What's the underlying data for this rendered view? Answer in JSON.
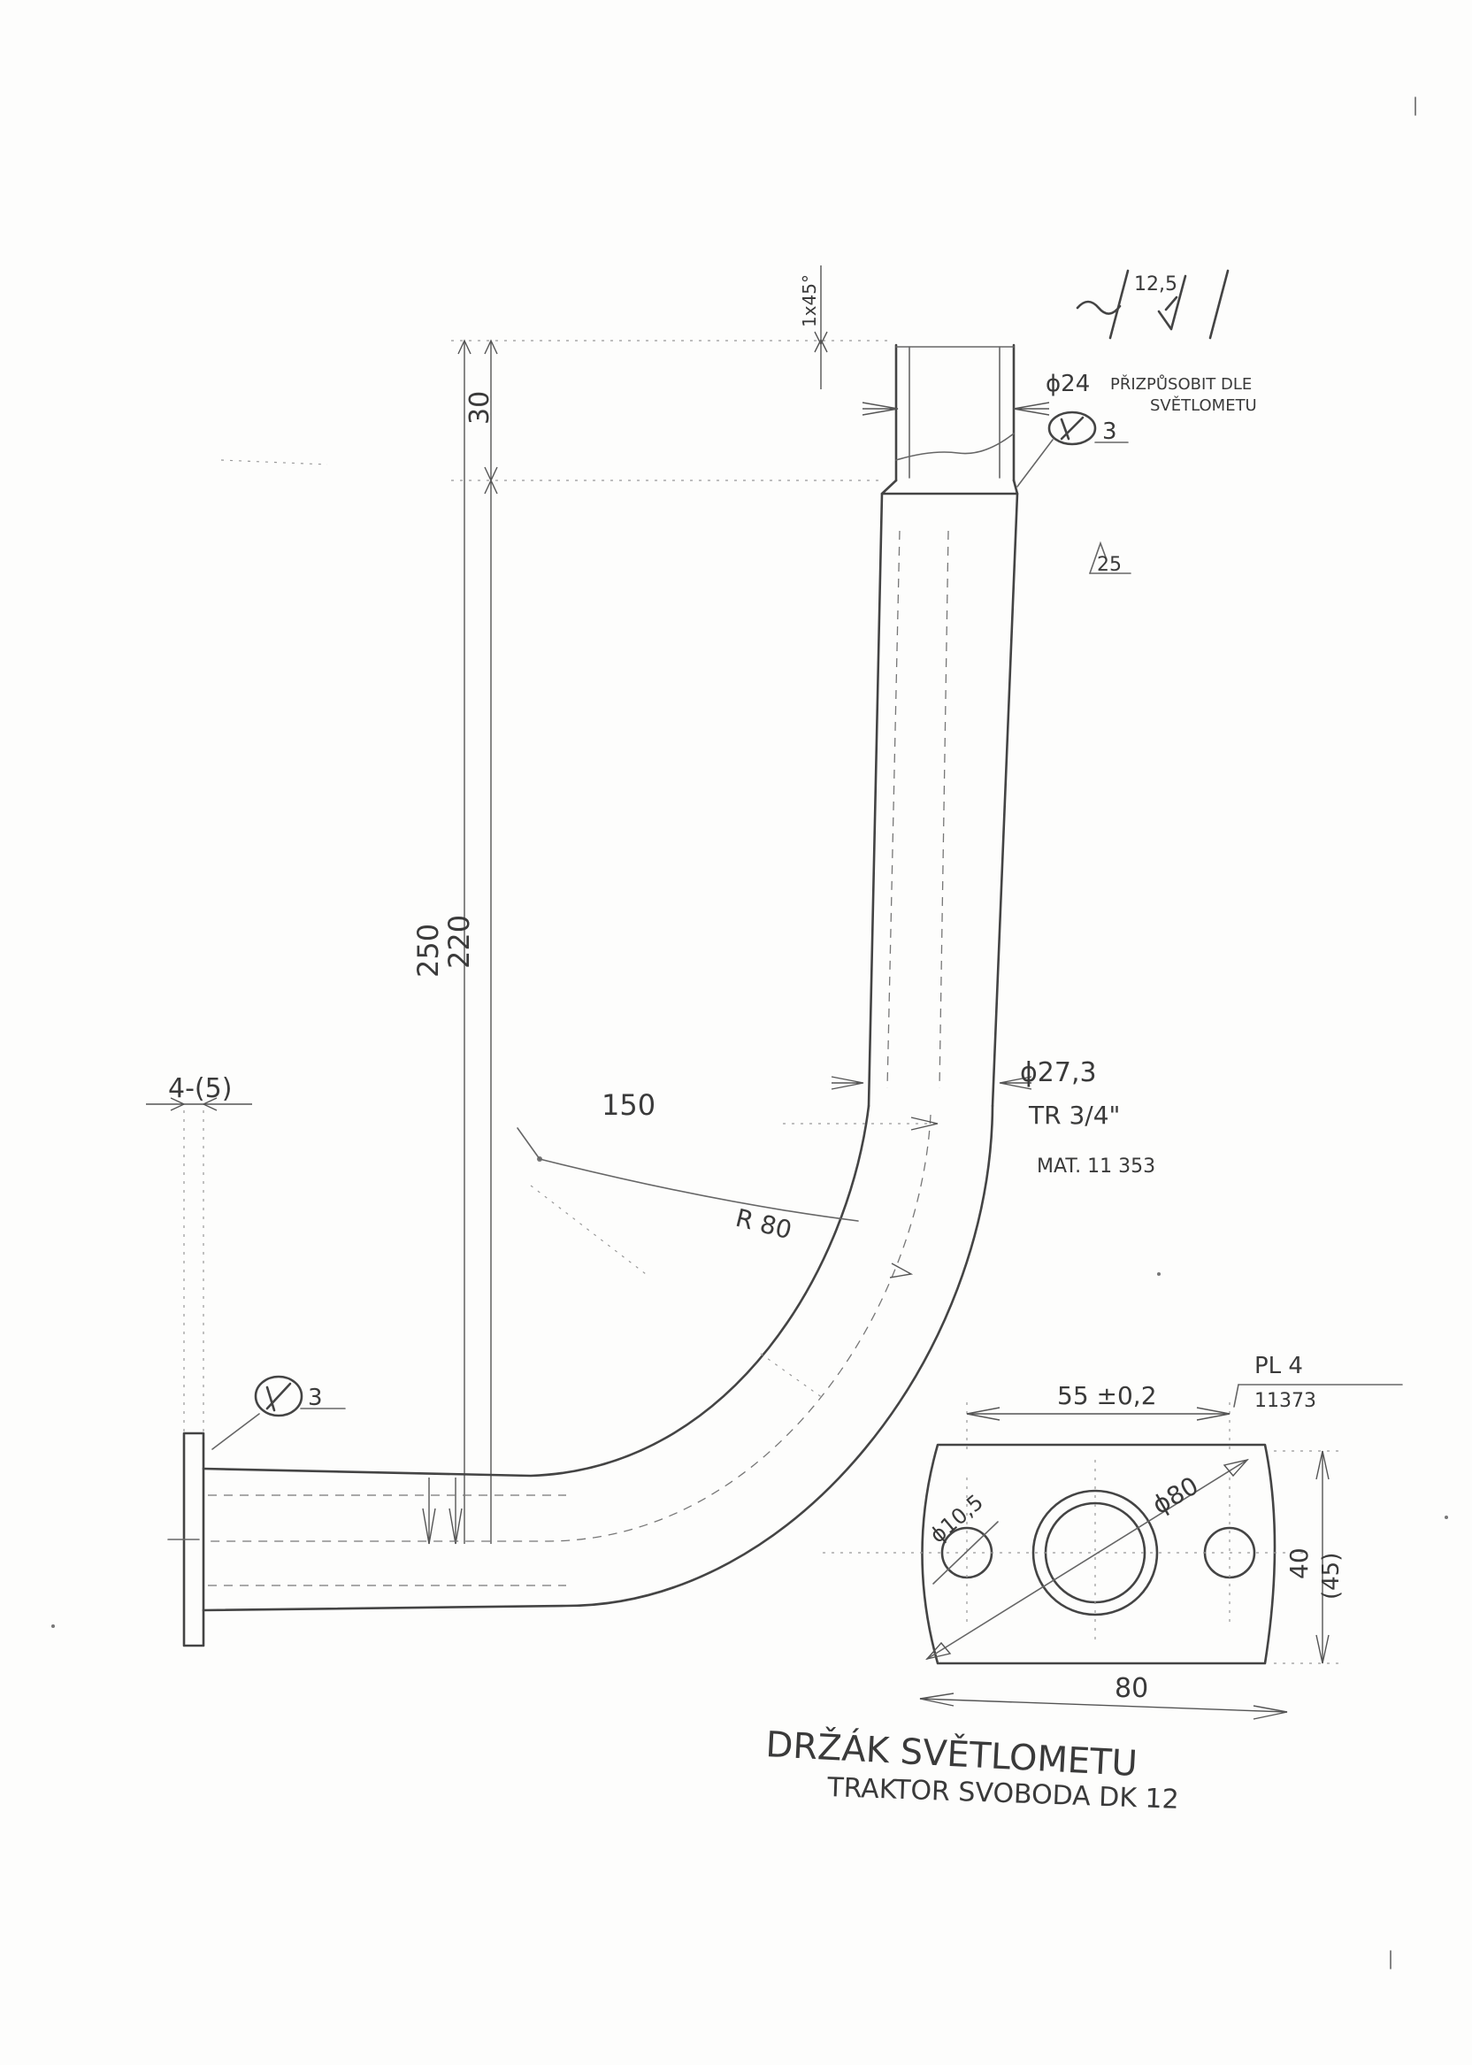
{
  "labels": {
    "surface_finish": "12,5",
    "chamfer": "1x45°",
    "dim_30": "30",
    "dim_250": "250",
    "dim_220": "220",
    "dim_150": "150",
    "radius": "R 80",
    "thread_dia_top": "ϕ24",
    "note_adjust_line1": "PŘIZPŮSOBIT DLE",
    "note_adjust_line2": "SVĚTLOMETU",
    "weld_size": "3",
    "local_finish": "25",
    "tube_dia": "ϕ27,3",
    "thread_spec": "TR 3/4\"",
    "material": "MAT. 11 353",
    "plate_thickness_label": "4-(5)",
    "plate_spec_line1": "PL 4",
    "plate_spec_line2": "11373",
    "hole_spacing": "55 ±0,2",
    "hole_dia": "ϕ10,5",
    "plate_diagonal": "ϕ80",
    "plate_height": "40",
    "plate_height_alt": "(45)",
    "plate_width": "80",
    "title_line1": "DRŽÁK SVĚTLOMETU",
    "title_line2": "TRAKTOR SVOBODA DK 12"
  },
  "colors": {
    "ink": "#3a3a3a",
    "paper": "#fdfdfc"
  }
}
